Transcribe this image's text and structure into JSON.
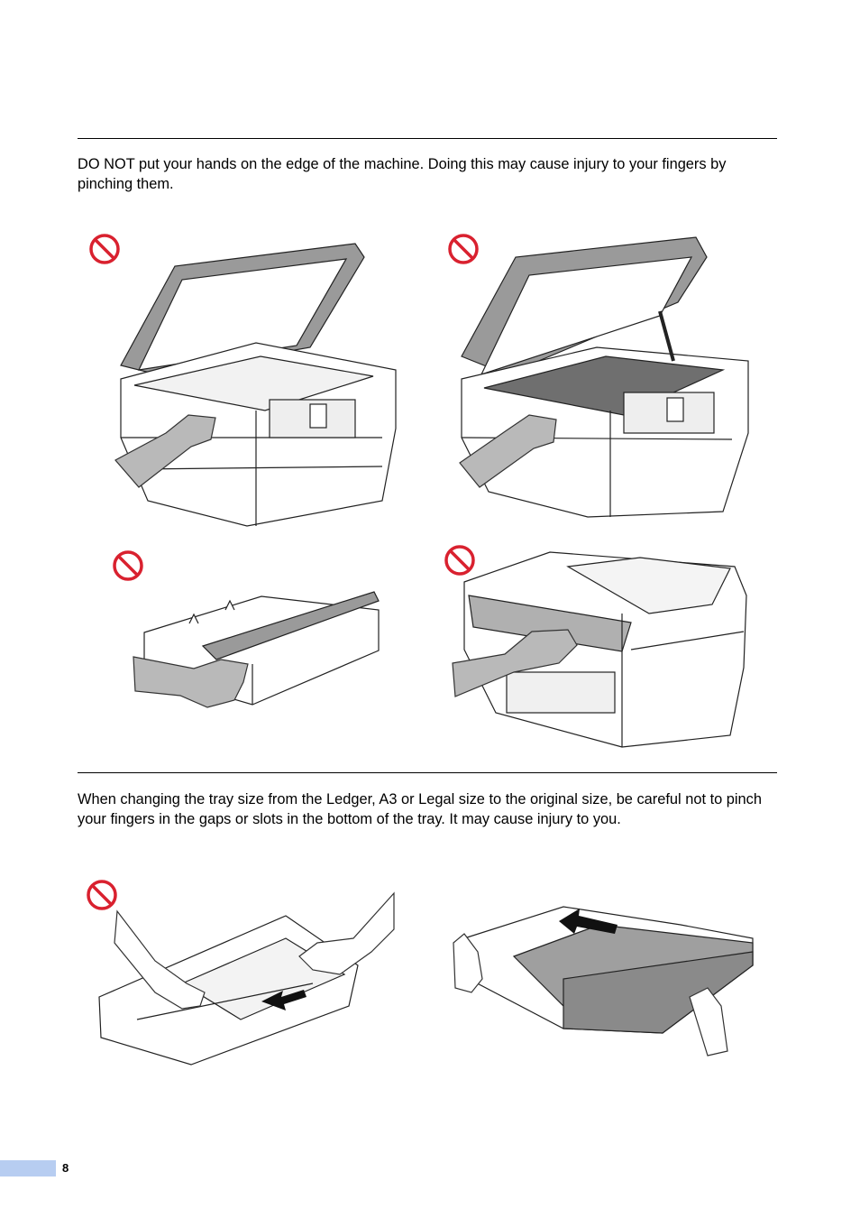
{
  "section1": {
    "text": "DO NOT put your hands on the edge of the machine. Doing this may cause injury to your fingers by pinching them."
  },
  "section2": {
    "text": "When changing the tray size from the Ledger, A3 or Legal size to the original size, be careful not to pinch your fingers in the gaps or slots in the bottom of the tray. It may cause injury to you."
  },
  "icons": {
    "prohibited": "prohibited-sign-icon"
  },
  "colors": {
    "prohibited_red": "#d9212f",
    "page_tab": "#b7cdf1"
  },
  "page": {
    "number": "8"
  }
}
